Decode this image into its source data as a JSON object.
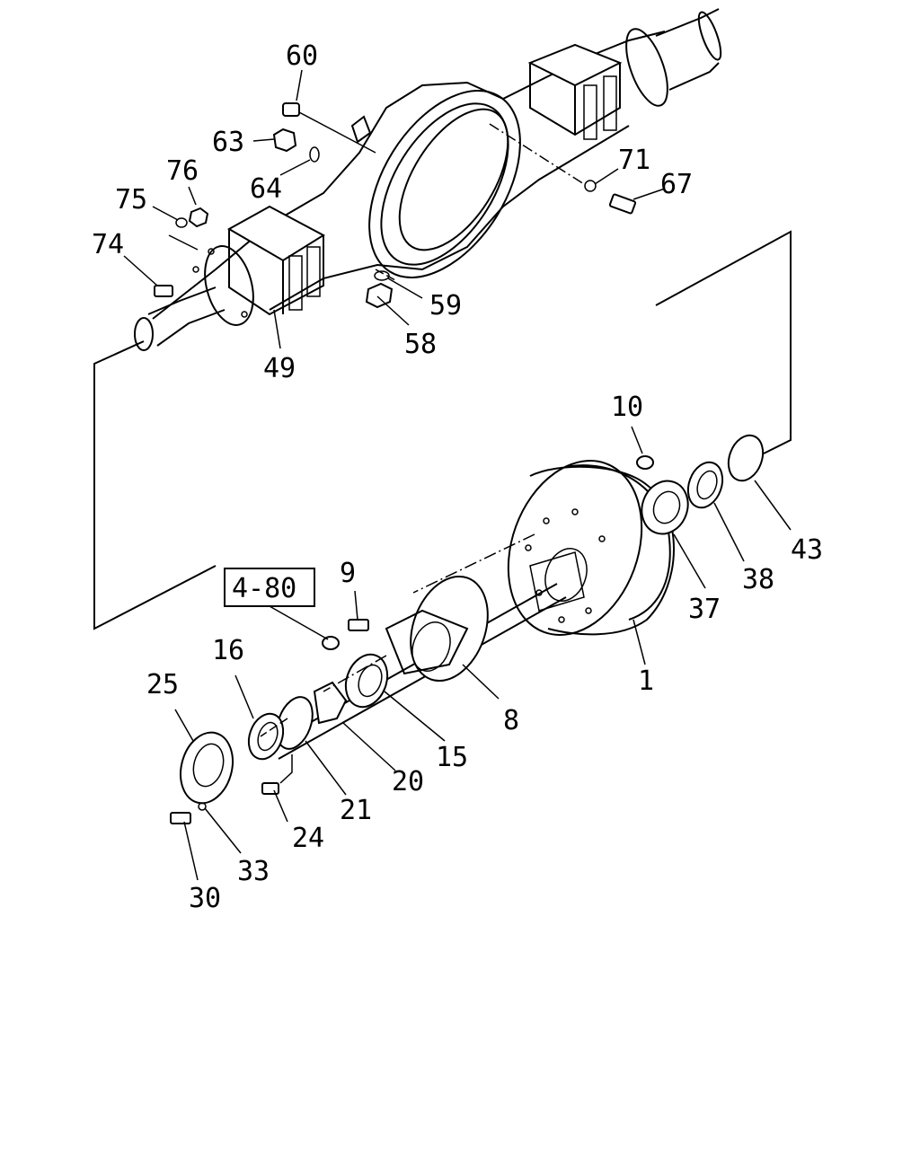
{
  "diagram": {
    "callouts": [
      "60",
      "63",
      "64",
      "76",
      "75",
      "74",
      "71",
      "67",
      "59",
      "58",
      "49",
      "10",
      "43",
      "38",
      "37",
      "1",
      "9",
      "8",
      "15",
      "20",
      "21",
      "24",
      "16",
      "25",
      "33",
      "30"
    ],
    "reference_box": "4-80"
  }
}
